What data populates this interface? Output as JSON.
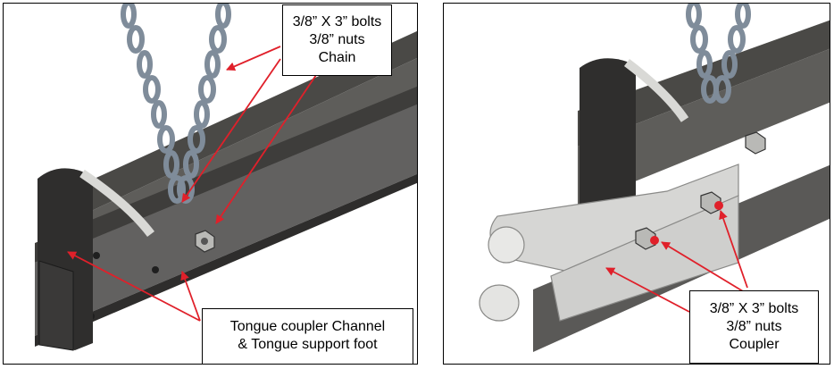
{
  "left_panel": {
    "callout_top": {
      "lines": [
        "3/8” X 3” bolts",
        "3/8” nuts",
        "Chain"
      ]
    },
    "callout_bottom": {
      "lines": [
        "Tongue coupler Channel",
        "& Tongue support foot"
      ]
    }
  },
  "right_panel": {
    "callout_bottom": {
      "lines": [
        "3/8” X 3” bolts",
        "3/8” nuts",
        "Coupler"
      ]
    }
  },
  "colors": {
    "arrow": "#e0202a",
    "steel_dark": "#3b3a38",
    "steel_mid": "#5a5956",
    "chain": "#7f8c9a",
    "coupler": "#d6d6d4"
  }
}
